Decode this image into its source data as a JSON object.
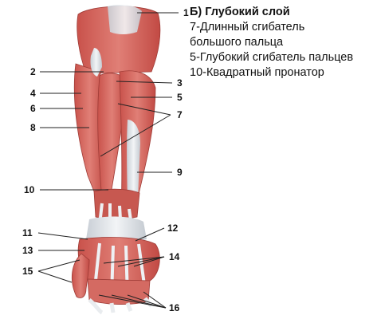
{
  "caption": {
    "heading": "Б) Глубокий слой",
    "lines": [
      "7-Длинный сгибатель",
      "большого  пальца",
      "5-Глубокий сгибатель пальцев",
      "10-Квадратный пронатор"
    ]
  },
  "labels": [
    "1",
    "2",
    "3",
    "4",
    "5",
    "6",
    "7",
    "8",
    "9",
    "10",
    "11",
    "12",
    "13",
    "14",
    "15",
    "16"
  ],
  "colors": {
    "muscle": "#d96a62",
    "muscle_dark": "#b8433d",
    "tendon": "#dfe4ea",
    "bone": "#e9e5dc",
    "leader": "#222222"
  }
}
